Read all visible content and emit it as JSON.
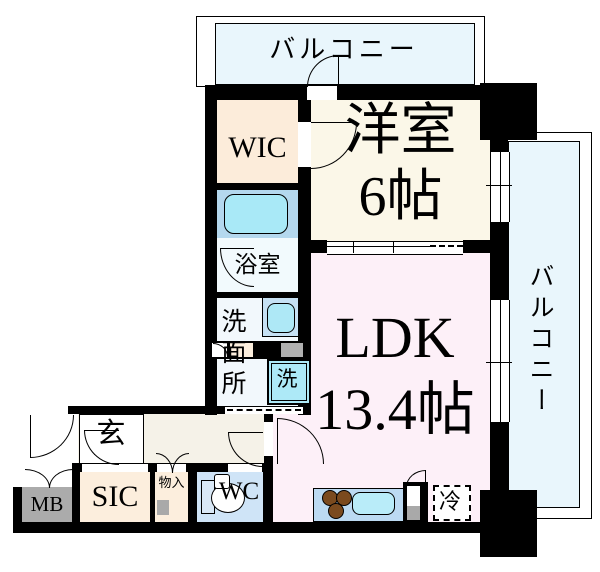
{
  "title": "apartment-floor-plan",
  "rooms": {
    "balcony_top": "バルコニー",
    "balcony_right": "バルコニー",
    "wic": "WIC",
    "western_room": {
      "name": "洋室",
      "size": "6帖"
    },
    "bathroom": "浴室",
    "washroom": "洗面所",
    "washing_machine": "洗",
    "ldk": {
      "name": "LDK",
      "size": "13.4帖"
    },
    "entrance": "玄",
    "shoe_closet": "SIC",
    "storage": "物入",
    "toilet": "WC",
    "meter_box": "MB",
    "refrigerator": "冷"
  },
  "colors": {
    "wall": "#000000",
    "balcony": "#e9f6fc",
    "western_room": "#fbf7e8",
    "ldk": "#fdf0f8",
    "closet_peach": "#fcecda",
    "bath_area": "#b4d8ee",
    "bathtub": "#a9e9f7",
    "washroom_floor": "#f2f8fc",
    "basin_area": "#c6e1f4",
    "washer": "#ade9f7",
    "wc_room": "#cfe4f7",
    "meter_box": "#ababab",
    "kitchen_counter": "#bcdaf2",
    "sink": "#b9ecf9",
    "burner": "#7b4a1e",
    "hallway": "#f5f2e8"
  }
}
